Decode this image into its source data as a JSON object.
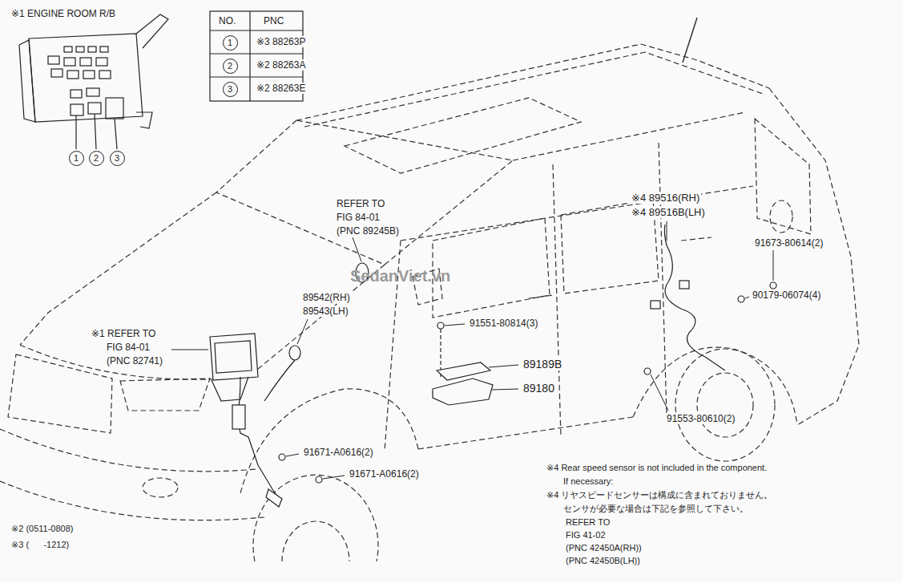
{
  "diagram": {
    "nodes": [
      {
        "text": [
          "1"
        ]
      },
      {
        "text": [
          "2"
        ]
      },
      {
        "text": [
          "3"
        ]
      },
      {
        "text": [
          "1"
        ]
      },
      {
        "text": [
          "2"
        ]
      },
      {
        "text": [
          "3"
        ]
      }
    ],
    "labels": [
      "※1 ENGINE ROOM R/B",
      "NO.",
      "PNC",
      "※3 88263P",
      "※2 88263A",
      "※2 88263E",
      "REFER TO",
      "FIG 84-01",
      "(PNC 89245B)",
      "※4 89516(RH)",
      "※4 89516B(LH)",
      "91673-80614(2)",
      "90179-06074(4)",
      "89542(RH)",
      "89543(LH)",
      "91551-80814(3)",
      "89189B",
      "89180",
      "91553-80610(2)",
      "※1 REFER TO",
      "FIG 84-01",
      "(PNC 82741)",
      "91671-A0616(2)",
      "91671-A0616(2)",
      "※4 Rear speed sensor is not included in the component.",
      "If necessary:",
      "※4 リヤスピードセンサーは構成に含まれておりません。",
      "センサが必要な場合は下記を参照して下さい。",
      "REFER TO",
      "FIG 41-02",
      "(PNC 42450A(RH))",
      "(PNC 42450B(LH))",
      "※2 (0511-0808)",
      "※3 (      -1212)",
      "SedanViet.vn"
    ]
  }
}
